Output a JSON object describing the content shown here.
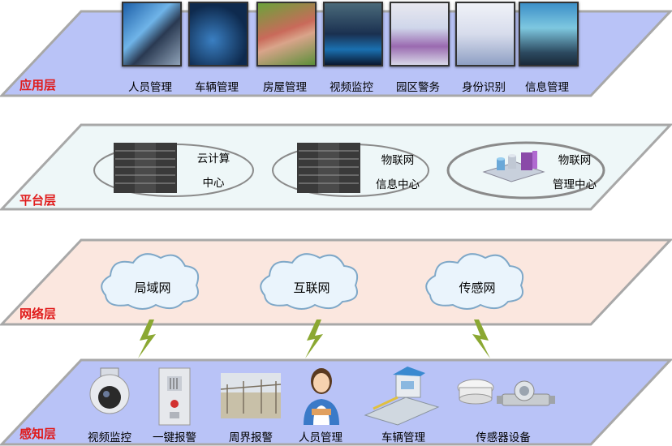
{
  "layers": {
    "application": {
      "label": "应用层",
      "items": [
        "人员管理",
        "车辆管理",
        "房屋管理",
        "视频监控",
        "园区警务",
        "身份识别",
        "信息管理"
      ]
    },
    "platform": {
      "label": "平台层",
      "cloud_center": [
        "云计算",
        "中心"
      ],
      "iot_info_center": [
        "物联网",
        "信息中心"
      ],
      "iot_mgmt_center": [
        "物联网",
        "管理中心"
      ]
    },
    "network": {
      "label": "网络层",
      "clouds": [
        "局域网",
        "互联网",
        "传感网"
      ]
    },
    "perception": {
      "label": "感知层",
      "items": [
        "视频监控",
        "一键报警",
        "周界报警",
        "人员管理",
        "车辆管理",
        "传感器设备"
      ]
    }
  },
  "colors": {
    "app_plate": "#b9c3f7",
    "platform_plate": "#eef7f8",
    "network_plate": "#fbe7df",
    "perception_plate": "#b9c3f7",
    "plate_border": "#a8a8a8",
    "label_red": "#e01b1b",
    "bolt": "#8ba832"
  }
}
